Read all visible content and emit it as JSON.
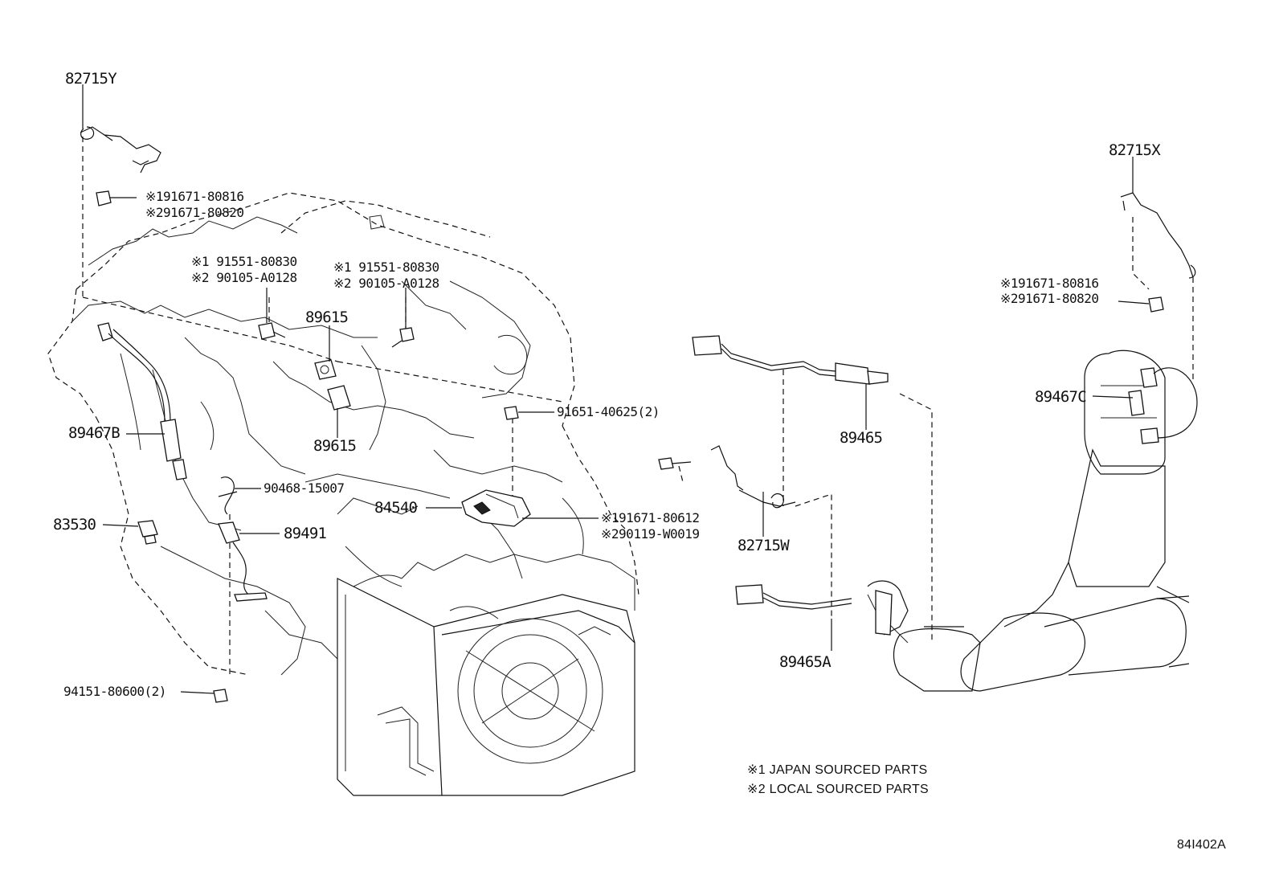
{
  "labels": {
    "p82715Y": "82715Y",
    "p82715X": "82715X",
    "p82715W": "82715W",
    "bolt_tl_1_mark": "※1",
    "bolt_tl_1": "91671-80816",
    "bolt_tl_2_mark": "※2",
    "bolt_tl_2": "91671-80820",
    "bolt_mid_1_mark": "※1",
    "bolt_mid_1": "91551-80830",
    "bolt_mid_2_mark": "※2",
    "bolt_mid_2": "90105-A0128",
    "bolt_mid2_1_mark": "※1",
    "bolt_mid2_1": "91551-80830",
    "bolt_mid2_2_mark": "※2",
    "bolt_mid2_2": "90105-A0128",
    "p89615_top": "89615",
    "p89615_bot": "89615",
    "p91651": "91651-40625(2)",
    "p89467B": "89467B",
    "p90468": "90468-15007",
    "p84540": "84540",
    "p83530": "83530",
    "p89491": "89491",
    "bolt_84540_1_mark": "※1",
    "bolt_84540_1": "91671-80612",
    "bolt_84540_2_mark": "※2",
    "bolt_84540_2": "90119-W0019",
    "p94151": "94151-80600(2)",
    "p89465": "89465",
    "p89465A": "89465A",
    "p89467C": "89467C",
    "bolt_tr_1_mark": "※1",
    "bolt_tr_1": "91671-80816",
    "bolt_tr_2_mark": "※2",
    "bolt_tr_2": "91671-80820"
  },
  "notes": {
    "note1": "※1 JAPAN SOURCED PARTS",
    "note2": "※2 LOCAL SOURCED PARTS"
  },
  "figure_ref": "84I402A"
}
